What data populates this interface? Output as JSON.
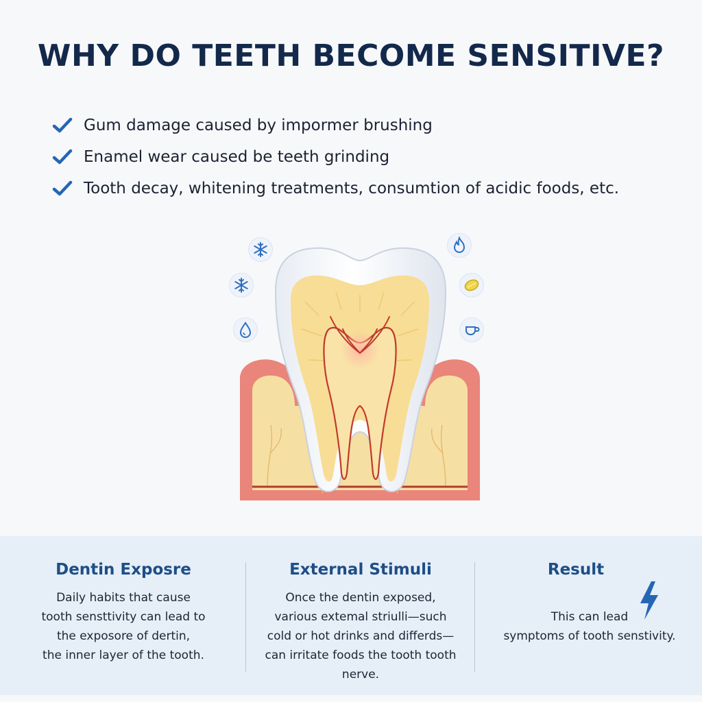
{
  "title": "WHY DO TEETH BECOME SENSITIVE?",
  "causes": [
    {
      "icon": "checkmark-icon",
      "text": "Gum damage caused by impormer brushing"
    },
    {
      "icon": "checkmark-icon",
      "text": "Enamel wear caused be teeth grinding"
    },
    {
      "icon": "checkmark-icon",
      "text": "Tooth decay, whitening treatments, consumtion of acidic foods, etc."
    }
  ],
  "stimuli_icons": [
    "snowflake-icon",
    "snowflake-icon",
    "water-drop-icon",
    "flame-icon",
    "lemon-icon",
    "cup-icon"
  ],
  "columns": [
    {
      "title": "Dentin Exposre",
      "lines": [
        "Daily habits that cause",
        "tooth sensttivity can lead to",
        "the exposore of dertin,",
        "the inner layer of the tooth."
      ]
    },
    {
      "title": "External Stimuli",
      "lines": [
        "Once the dentin exposed,",
        "various extemal striulli—such",
        "cold or hot drinks and differds—",
        "can irritate foods the tooth tooth",
        "nerve."
      ]
    },
    {
      "title": "Result",
      "lines": [
        "This can lead",
        "symptoms of tooth senstivity."
      ],
      "icon": "lightning-bolt-icon"
    }
  ],
  "colors": {
    "title": "#13294b",
    "accent": "#1d4e86",
    "check": "#2566b3",
    "panel": "#e6eef8",
    "gum": "#e9857a",
    "bone": "#f6dfa2",
    "enamel": "#ffffff",
    "nerve": "#c0392b"
  }
}
